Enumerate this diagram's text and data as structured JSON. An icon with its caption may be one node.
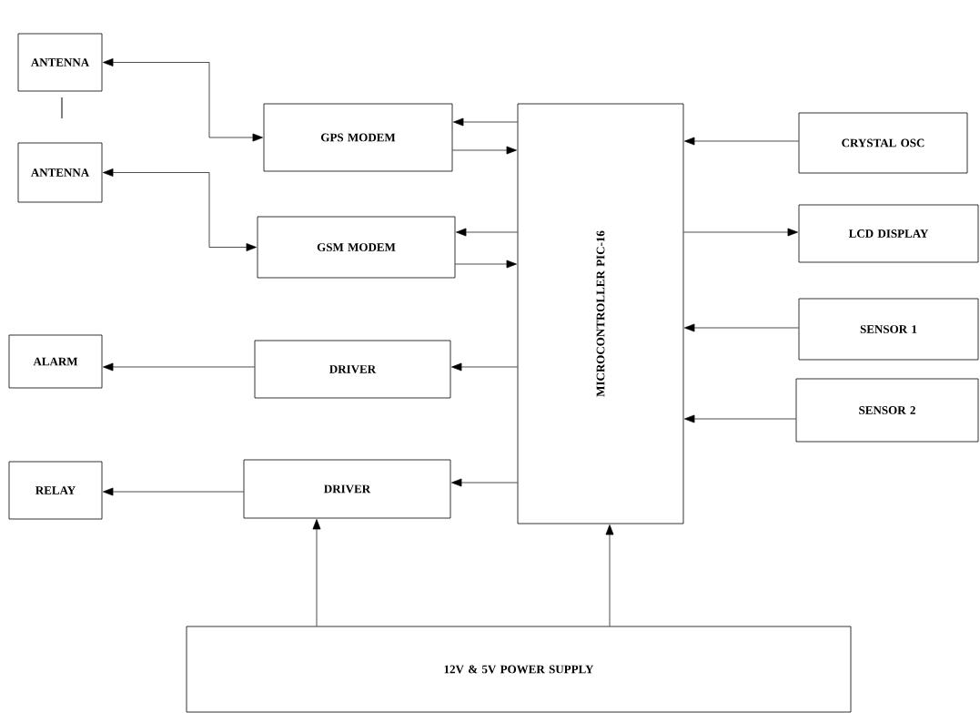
{
  "diagram": {
    "nodes": [
      {
        "text": [
          "ANTENNA"
        ]
      },
      {
        "text": [
          "ANTENNA"
        ]
      },
      {
        "text": [
          "GPS MODEM"
        ]
      },
      {
        "text": [
          "GSM MODEM"
        ]
      },
      {
        "text": [
          "MICROCONTROLLER PIC-16"
        ]
      },
      {
        "text": [
          "CRYSTAL OSC"
        ]
      },
      {
        "text": [
          "LCD DISPLAY"
        ]
      },
      {
        "text": [
          "SENSOR 1"
        ]
      },
      {
        "text": [
          "SENSOR 2"
        ]
      },
      {
        "text": [
          "ALARM"
        ]
      },
      {
        "text": [
          "DRIVER"
        ]
      },
      {
        "text": [
          "RELAY"
        ]
      },
      {
        "text": [
          "DRIVER"
        ]
      },
      {
        "text": [
          "12V & 5V POWER SUPPLY"
        ]
      }
    ],
    "edges": [
      {
        "from": 0,
        "to": 2,
        "arrow": "both"
      },
      {
        "from": 4,
        "to": 2,
        "arrow": "to"
      },
      {
        "from": 2,
        "to": 4,
        "arrow": "to"
      },
      {
        "from": 1,
        "to": 3,
        "arrow": "both"
      },
      {
        "from": 4,
        "to": 3,
        "arrow": "to"
      },
      {
        "from": 3,
        "to": 4,
        "arrow": "to"
      },
      {
        "from": 5,
        "to": 4,
        "arrow": "to"
      },
      {
        "from": 4,
        "to": 6,
        "arrow": "to"
      },
      {
        "from": 7,
        "to": 4,
        "arrow": "to"
      },
      {
        "from": 8,
        "to": 4,
        "arrow": "to"
      },
      {
        "from": 4,
        "to": 10,
        "arrow": "to"
      },
      {
        "from": 10,
        "to": 9,
        "arrow": "to"
      },
      {
        "from": 4,
        "to": 12,
        "arrow": "to"
      },
      {
        "from": 12,
        "to": 11,
        "arrow": "to"
      },
      {
        "from": 13,
        "to": 12,
        "arrow": "to"
      },
      {
        "from": 13,
        "to": 4,
        "arrow": "to"
      }
    ]
  }
}
